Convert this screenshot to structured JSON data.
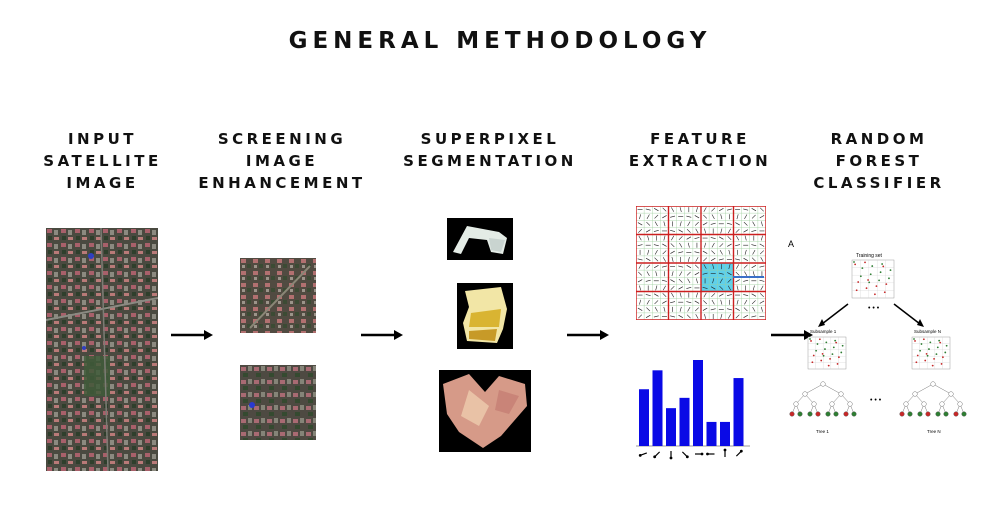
{
  "title": "GENERAL METHODOLOGY",
  "stages": [
    {
      "id": "input",
      "lines": [
        "INPUT",
        "SATELLITE",
        "IMAGE"
      ]
    },
    {
      "id": "screening",
      "lines": [
        "SCREENING",
        "IMAGE",
        "ENHANCEMENT"
      ]
    },
    {
      "id": "superpixel",
      "lines": [
        "SUPERPIXEL",
        "SEGMENTATION"
      ]
    },
    {
      "id": "feature",
      "lines": [
        "FEATURE",
        "EXTRACTION"
      ]
    },
    {
      "id": "classifier",
      "lines": [
        "RANDOM",
        "FOREST",
        "CLASSIFIER"
      ]
    }
  ],
  "histogram": {
    "values": [
      0.66,
      0.88,
      0.44,
      0.56,
      1.0,
      0.28,
      0.28,
      0.79
    ],
    "bar_color": "#0a0ae6"
  },
  "forest": {
    "panel_label": "A",
    "training_set": "Training set",
    "subsample_first": "Subsample 1",
    "subsample_last": "Subsample N",
    "tree_first": "Tree 1",
    "tree_last": "Tree N",
    "ellipsis": "• • •"
  },
  "colors": {
    "grid_red": "#cc1f1f",
    "highlight_cyan": "#5fd0ea",
    "arrow": "#000000"
  }
}
